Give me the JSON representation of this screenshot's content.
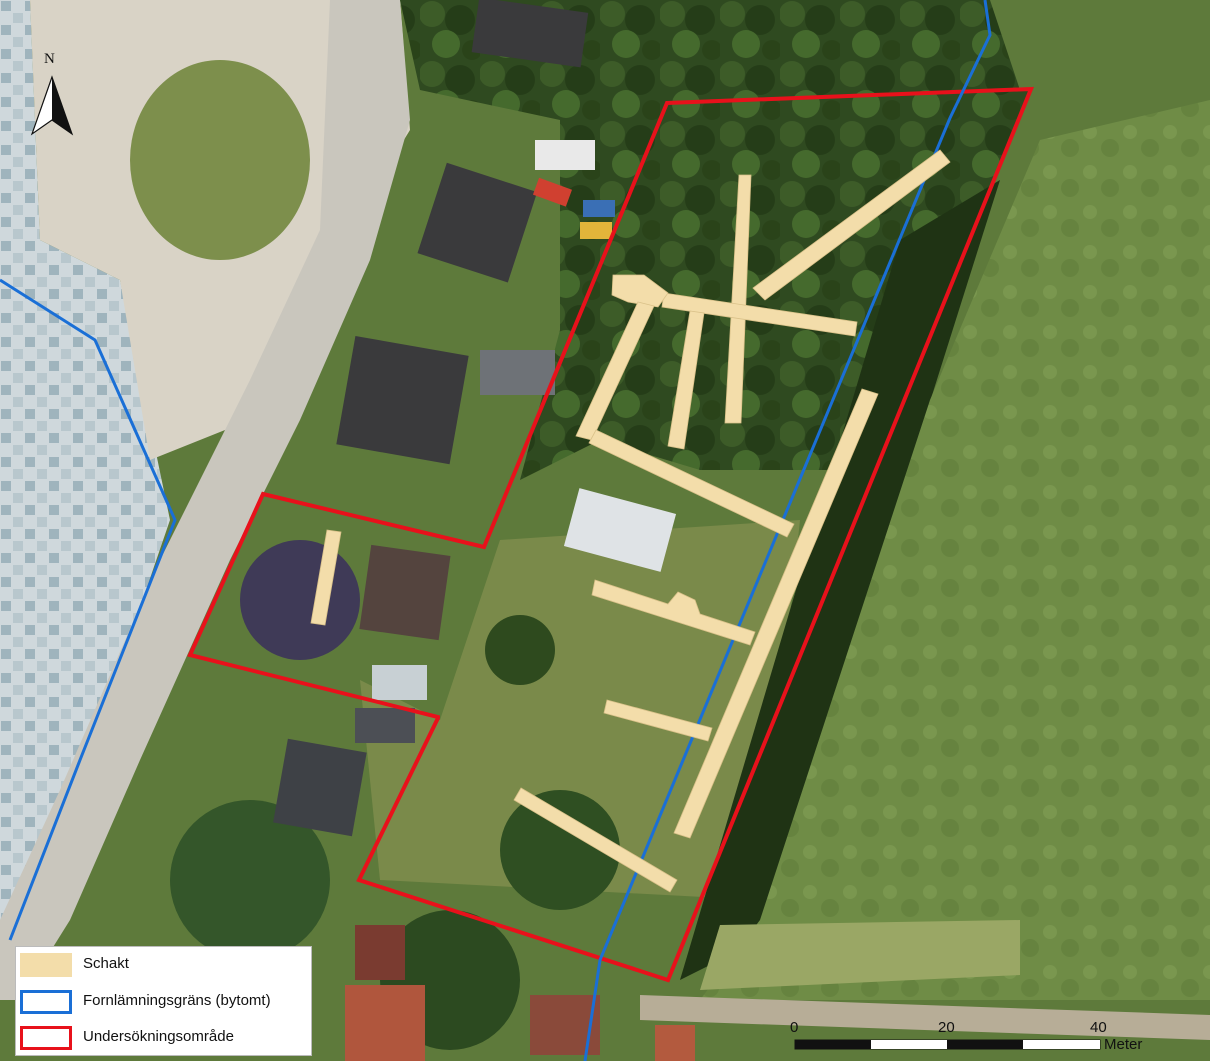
{
  "map": {
    "north_label": "N",
    "colors": {
      "trench": "#f3ddaa",
      "boundary_blue": "#1a6fd6",
      "study_area_red": "#e8111b"
    }
  },
  "legend": {
    "items": [
      {
        "label": "Schakt",
        "swatch": "fill",
        "color": "#f3ddaa"
      },
      {
        "label": "Fornlämningsgräns (bytomt)",
        "swatch": "outline",
        "color": "#1a6fd6"
      },
      {
        "label": "Undersökningsområde",
        "swatch": "outline",
        "color": "#e8111b"
      }
    ]
  },
  "scale_bar": {
    "ticks": [
      "0",
      "20",
      "40"
    ],
    "unit": "Meter"
  }
}
